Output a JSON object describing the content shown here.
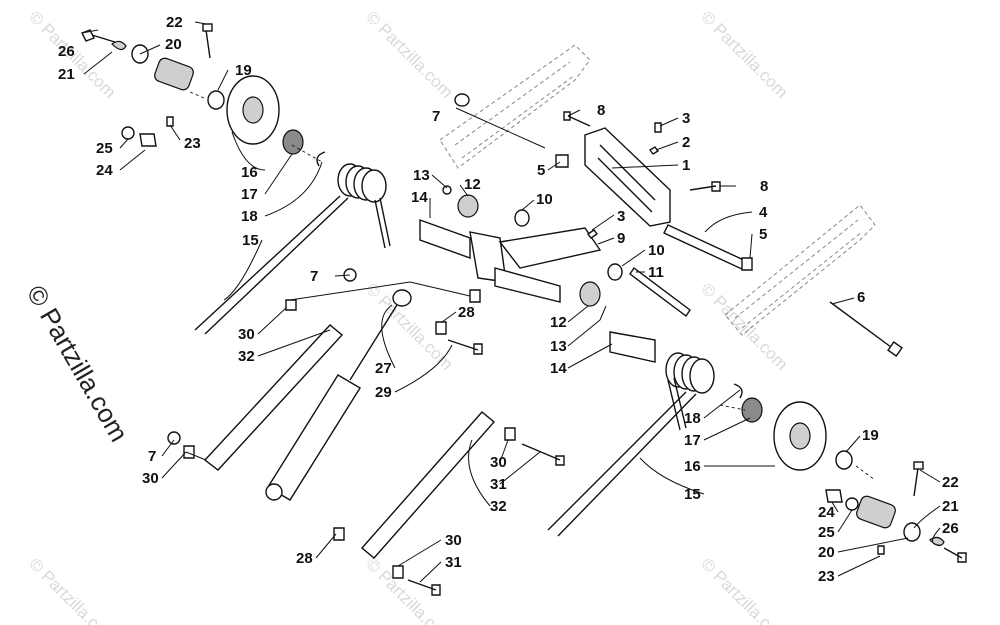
{
  "watermark": {
    "text": "© Partzilla.com",
    "side_text": "© Partzilla.com"
  },
  "callouts": [
    {
      "id": "c1",
      "text": "1"
    },
    {
      "id": "c2",
      "text": "2"
    },
    {
      "id": "c3a",
      "text": "3"
    },
    {
      "id": "c3b",
      "text": "3"
    },
    {
      "id": "c4",
      "text": "4"
    },
    {
      "id": "c5a",
      "text": "5"
    },
    {
      "id": "c5b",
      "text": "5"
    },
    {
      "id": "c6",
      "text": "6"
    },
    {
      "id": "c7a",
      "text": "7"
    },
    {
      "id": "c7b",
      "text": "7"
    },
    {
      "id": "c7c",
      "text": "7"
    },
    {
      "id": "c8a",
      "text": "8"
    },
    {
      "id": "c8b",
      "text": "8"
    },
    {
      "id": "c9",
      "text": "9"
    },
    {
      "id": "c10a",
      "text": "10"
    },
    {
      "id": "c10b",
      "text": "10"
    },
    {
      "id": "c11",
      "text": "11"
    },
    {
      "id": "c12a",
      "text": "12"
    },
    {
      "id": "c12b",
      "text": "12"
    },
    {
      "id": "c13a",
      "text": "13"
    },
    {
      "id": "c13b",
      "text": "13"
    },
    {
      "id": "c14a",
      "text": "14"
    },
    {
      "id": "c14b",
      "text": "14"
    },
    {
      "id": "c15a",
      "text": "15"
    },
    {
      "id": "c15b",
      "text": "15"
    },
    {
      "id": "c16a",
      "text": "16"
    },
    {
      "id": "c16b",
      "text": "16"
    },
    {
      "id": "c17a",
      "text": "17"
    },
    {
      "id": "c17b",
      "text": "17"
    },
    {
      "id": "c18a",
      "text": "18"
    },
    {
      "id": "c18b",
      "text": "18"
    },
    {
      "id": "c19a",
      "text": "19"
    },
    {
      "id": "c19b",
      "text": "19"
    },
    {
      "id": "c20a",
      "text": "20"
    },
    {
      "id": "c20b",
      "text": "20"
    },
    {
      "id": "c21a",
      "text": "21"
    },
    {
      "id": "c21b",
      "text": "21"
    },
    {
      "id": "c22a",
      "text": "22"
    },
    {
      "id": "c22b",
      "text": "22"
    },
    {
      "id": "c23a",
      "text": "23"
    },
    {
      "id": "c23b",
      "text": "23"
    },
    {
      "id": "c24a",
      "text": "24"
    },
    {
      "id": "c24b",
      "text": "24"
    },
    {
      "id": "c25a",
      "text": "25"
    },
    {
      "id": "c25b",
      "text": "25"
    },
    {
      "id": "c26a",
      "text": "26"
    },
    {
      "id": "c26b",
      "text": "26"
    },
    {
      "id": "c27",
      "text": "27"
    },
    {
      "id": "c28a",
      "text": "28"
    },
    {
      "id": "c28b",
      "text": "28"
    },
    {
      "id": "c29",
      "text": "29"
    },
    {
      "id": "c30a",
      "text": "30"
    },
    {
      "id": "c30b",
      "text": "30"
    },
    {
      "id": "c30c",
      "text": "30"
    },
    {
      "id": "c30d",
      "text": "30"
    },
    {
      "id": "c31a",
      "text": "31"
    },
    {
      "id": "c31b",
      "text": "31"
    },
    {
      "id": "c32a",
      "text": "32"
    },
    {
      "id": "c32b",
      "text": "32"
    }
  ]
}
